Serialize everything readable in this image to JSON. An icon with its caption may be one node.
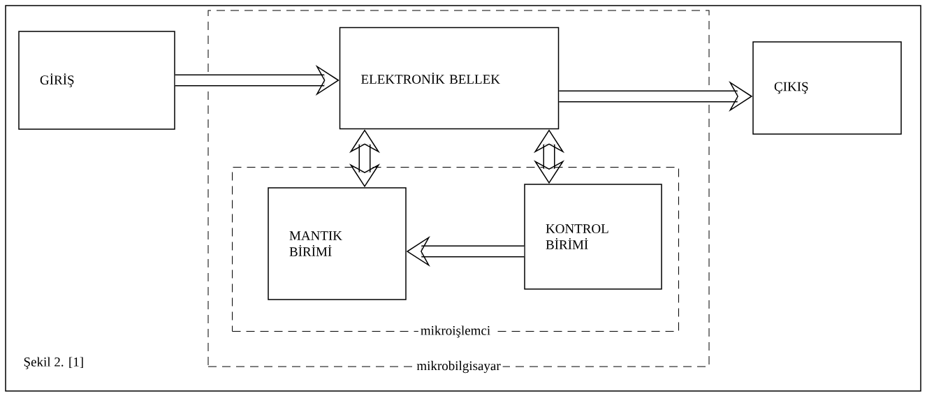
{
  "diagram": {
    "nodes": [
      {
        "text": [
          "GİRİŞ"
        ]
      },
      {
        "text": [
          "mikrobilgisayar"
        ]
      },
      {
        "text": [
          "ELEKTRONİK BELLEK"
        ],
        "in": 1
      },
      {
        "text": [
          "ÇIKIŞ"
        ]
      },
      {
        "text": [
          "mikroişlemci"
        ],
        "in": 1
      },
      {
        "text": [
          "MANTIK BİRİMİ"
        ],
        "in": 4
      },
      {
        "text": [
          "KONTROL BİRİMİ"
        ],
        "in": 4
      }
    ],
    "edges": [
      {
        "from": 0,
        "to": 2,
        "arrow": "to"
      },
      {
        "from": 2,
        "to": 3,
        "arrow": "to"
      },
      {
        "from": 2,
        "to": 5,
        "arrow": "both"
      },
      {
        "from": 2,
        "to": 6,
        "arrow": "both"
      },
      {
        "from": 6,
        "to": 5,
        "arrow": "to"
      }
    ],
    "labels": [
      "Şekil 2. [1]"
    ]
  }
}
